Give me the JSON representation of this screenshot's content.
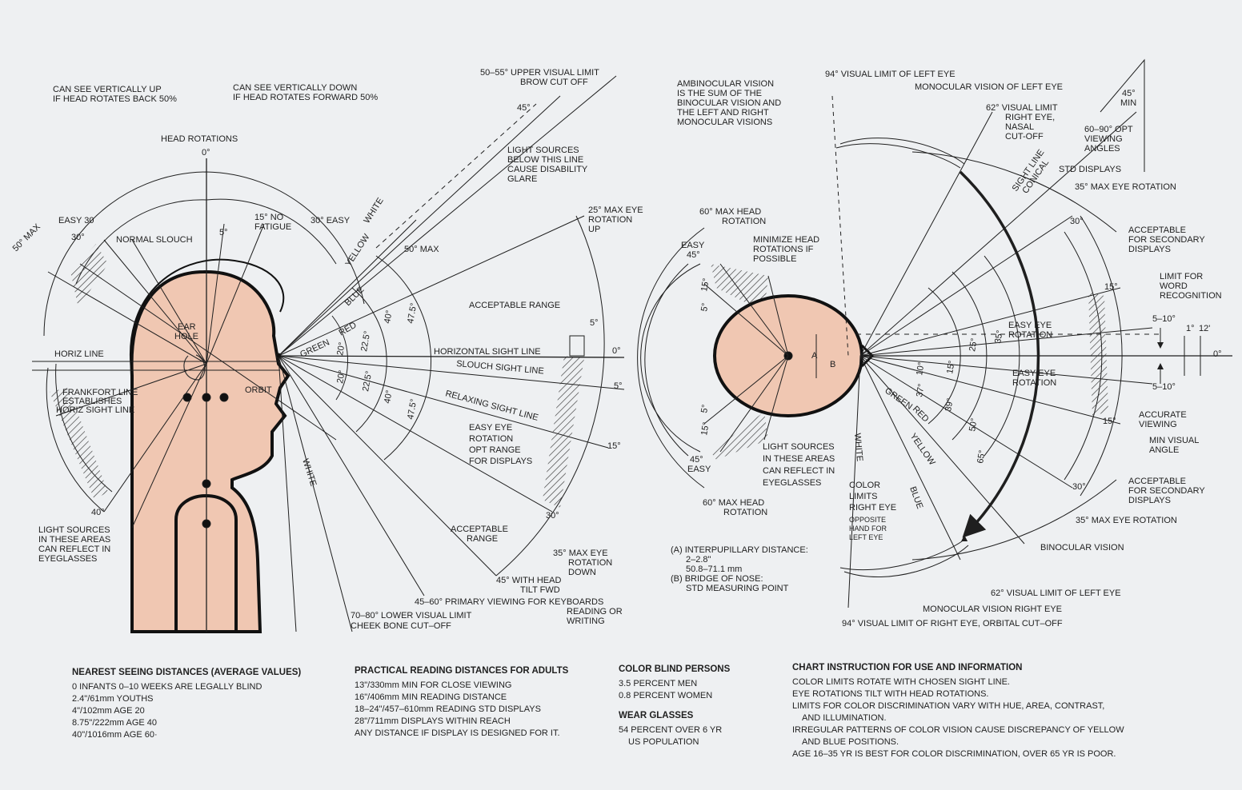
{
  "side_view": {
    "labels": {
      "can_see_up": [
        "CAN SEE VERTICALLY UP",
        "IF HEAD ROTATES BACK 50%"
      ],
      "can_see_down": [
        "CAN SEE VERTICALLY DOWN",
        "IF HEAD ROTATES FORWARD 50%"
      ],
      "upper_limit": [
        "50–55° UPPER VISUAL LIMIT",
        "BROW CUT OFF"
      ],
      "head_rotations": "HEAD ROTATIONS",
      "deg_0_top": "0°",
      "deg_45_upper": "45°",
      "light_sources_glare": [
        "LIGHT SOURCES",
        "BELOW THIS LINE",
        "CAUSE DISABILITY",
        "GLARE"
      ],
      "max_50": "50° MAX",
      "easy_30_left": "EASY 30",
      "easy_30_right": "30° EASY",
      "no_fatigue": [
        "15° NO",
        "FATIGUE"
      ],
      "normal_slouch": "NORMAL SLOUCH",
      "deg_5": "5°",
      "deg_30_left": "30°",
      "max_50_b": "50° MAX",
      "white_upper": "WHITE",
      "yellow": "YELLOW",
      "blue": "BLUE",
      "red": "RED",
      "green": "GREEN",
      "max_eye_up": [
        "25° MAX EYE",
        "ROTATION",
        "UP"
      ],
      "ear_hole": [
        "EAR",
        "HOLE"
      ],
      "horiz_line": "HORIZ LINE",
      "frankfort": [
        "FRANKFORT LINE",
        "ESTABLISHES",
        "HORIZ SIGHT LINE"
      ],
      "orbit": "ORBIT",
      "acceptable_range_top": "ACCEPTABLE RANGE",
      "deg_5_right": "5°",
      "horizontal_sight": "HORIZONTAL SIGHT LINE",
      "deg_0_right": "0°",
      "slouch_sight": "SLOUCH SIGHT LINE",
      "deg_5_down": "5°",
      "relaxing_sight": "RELAXING SIGHT LINE",
      "easy_eye_opt": [
        "EASY EYE",
        "ROTATION",
        "OPT RANGE",
        "FOR DISPLAYS"
      ],
      "deg_15": "15°",
      "deg_30": "30°",
      "acceptable_range_bottom": [
        "ACCEPTABLE",
        "RANGE"
      ],
      "max_eye_down": [
        "35° MAX EYE",
        "ROTATION",
        "DOWN"
      ],
      "tilt_fwd": [
        "45° WITH HEAD",
        "TILT FWD"
      ],
      "primary_viewing": [
        "45–60° PRIMARY VIEWING FOR KEYBOARDS",
        "READING OR",
        "WRITING"
      ],
      "lower_limit": [
        "70–80° LOWER VISUAL LIMIT",
        "CHEEK BONE CUT–OFF"
      ],
      "white_lower": "WHITE",
      "deg_40": "40°",
      "light_sources_eyeglasses": [
        "LIGHT SOURCES",
        "IN THESE AREAS",
        "CAN REFLECT IN",
        "EYEGLASSES"
      ],
      "angle_20a": "20°",
      "angle_20b": "20°",
      "angle_22a": "22.5°",
      "angle_22b": "22.5°",
      "angle_40a": "40°",
      "angle_40b": "40°",
      "angle_47a": "47.5°",
      "angle_47b": "47.5°"
    }
  },
  "top_view": {
    "labels": {
      "ambinocular": [
        "AMBINOCULAR VISION",
        "IS THE SUM OF THE",
        "BINOCULAR VISION AND",
        "THE LEFT AND RIGHT",
        "MONOCULAR VISIONS"
      ],
      "limit_left_94": "94° VISUAL LIMIT OF LEFT EYE",
      "mono_left": "MONOCULAR VISION OF LEFT EYE",
      "limit_right_62": [
        "62° VISUAL LIMIT",
        "RIGHT EYE,",
        "NASAL",
        "CUT-OFF"
      ],
      "sight_line": [
        "SIGHT LINE",
        "CONICAL"
      ],
      "deg_45_min": [
        "45°",
        "MIN"
      ],
      "opt_viewing": [
        "60–90° OPT",
        "VIEWING",
        "ANGLES"
      ],
      "std_displays": "STD DISPLAYS",
      "max_eye_rot_35_top": "35° MAX EYE ROTATION",
      "max_head_top": [
        "60° MAX HEAD",
        "ROTATION"
      ],
      "easy_45_top": [
        "EASY",
        "45°"
      ],
      "minimize_head": [
        "MINIMIZE HEAD",
        "ROTATIONS IF",
        "POSSIBLE"
      ],
      "acceptable_secondary_top": [
        "ACCEPTABLE",
        "FOR SECONDARY",
        "DISPLAYS"
      ],
      "limit_word": [
        "LIMIT FOR",
        "WORD",
        "RECOGNITION"
      ],
      "deg_30_top": "30°",
      "deg_15_top": "15°",
      "easy_eye_rot_top": [
        "EASY EYE",
        "ROTATION"
      ],
      "easy_eye_rot_bottom": [
        "EASY EYE",
        "ROTATION"
      ],
      "deg_5_10_top": "5–10°",
      "deg_1": "1°",
      "deg_12": "12'",
      "deg_0": "0°",
      "deg_5_10_bottom": "5–10°",
      "accurate_viewing": [
        "ACCURATE",
        "VIEWING"
      ],
      "min_visual_angle": [
        "MIN VISUAL",
        "ANGLE"
      ],
      "a_label": "A",
      "b_label": "B",
      "green": "GREEN",
      "red": "RED",
      "yellow": "YELLOW",
      "blue": "BLUE",
      "white": "WHITE",
      "color_limits": [
        "COLOR",
        "LIMITS",
        "RIGHT EYE"
      ],
      "opposite_hand": [
        "OPPOSITE",
        "HAND FOR",
        "LEFT EYE"
      ],
      "light_sources": [
        "LIGHT SOURCES",
        "IN THESE AREAS",
        "CAN REFLECT IN",
        "EYEGLASSES"
      ],
      "easy_45_bottom": [
        "45°",
        "EASY"
      ],
      "max_head_bottom": [
        "60° MAX HEAD",
        "ROTATION"
      ],
      "deg_15_bottom": "15°",
      "deg_30_bottom": "30°",
      "acceptable_secondary_bottom": [
        "ACCEPTABLE",
        "FOR SECONDARY",
        "DISPLAYS"
      ],
      "max_eye_rot_35_bottom": "35° MAX EYE ROTATION",
      "binocular": "BINOCULAR VISION",
      "limit_left_62": "62° VISUAL LIMIT OF LEFT EYE",
      "mono_right": "MONOCULAR VISION RIGHT EYE",
      "limit_right_94": "94° VISUAL LIMIT OF RIGHT EYE, ORBITAL CUT–OFF",
      "interpupillary": [
        "(A) INTERPUPILLARY DISTANCE:",
        "2–2.8\"",
        "50.8–71.1 mm",
        "(B) BRIDGE OF NOSE:",
        "STD MEASURING POINT"
      ],
      "ang_15a": "15°",
      "ang_5a": "5°",
      "ang_5b": "5°",
      "ang_15b": "15°",
      "ang_25": "25°",
      "ang_35": "35°",
      "ang_10": "10°",
      "ang_15c": "15°",
      "ang_37": "37°",
      "ang_39": "39°",
      "ang_50": "50°",
      "ang_65": "65°"
    }
  },
  "notes": {
    "nearest": {
      "title": "NEAREST SEEING DISTANCES (AVERAGE VALUES)",
      "lines": [
        "0 INFANTS 0–10 WEEKS ARE LEGALLY BLIND",
        "2.4\"/61mm YOUTHS",
        "4\"/102mm AGE 20",
        "8.75\"/222mm AGE 40",
        "40\"/1016mm AGE 60·"
      ]
    },
    "reading": {
      "title": "PRACTICAL READING DISTANCES FOR ADULTS",
      "lines": [
        "13\"/330mm MIN FOR CLOSE VIEWING",
        "16\"/406mm MIN READING DISTANCE",
        "18–24\"/457–610mm READING STD DISPLAYS",
        "28\"/711mm DISPLAYS WITHIN REACH",
        "ANY DISTANCE IF DISPLAY IS DESIGNED FOR IT."
      ]
    },
    "color_blind": {
      "title": "COLOR BLIND PERSONS",
      "lines": [
        "3.5 PERCENT MEN",
        "0.8 PERCENT WOMEN"
      ]
    },
    "glasses": {
      "title": "WEAR GLASSES",
      "lines": [
        "54 PERCENT OVER 6 YR",
        "US POPULATION"
      ]
    },
    "instructions": {
      "title": "CHART INSTRUCTION FOR USE AND INFORMATION",
      "lines": [
        "COLOR LIMITS ROTATE WITH CHOSEN SIGHT LINE.",
        "EYE ROTATIONS TILT WITH HEAD ROTATIONS.",
        "LIMITS FOR COLOR DISCRIMINATION VARY WITH HUE, AREA, CONTRAST,",
        "AND ILLUMINATION.",
        "IRREGULAR PATTERNS OF COLOR VISION CAUSE DISCREPANCY OF YELLOW",
        "AND BLUE POSITIONS.",
        "AGE 16–35 YR IS BEST FOR COLOR DISCRIMINATION, OVER 65 YR IS POOR."
      ]
    }
  },
  "colors": {
    "background": "#eef0f2",
    "skin": "#f0c7b2",
    "ink": "#1f1f1f"
  }
}
